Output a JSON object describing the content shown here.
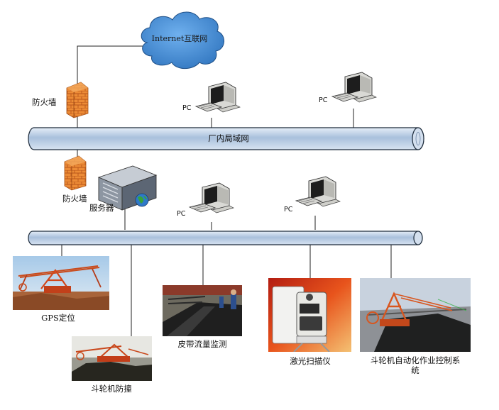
{
  "internet": {
    "label": "Internet互联网",
    "icon": "cloud-icon"
  },
  "firewalls": [
    {
      "label": "防火墙",
      "icon": "firewall-icon"
    },
    {
      "label": "防火墙",
      "icon": "firewall-icon"
    }
  ],
  "server": {
    "label": "服务器",
    "icon": "server-icon"
  },
  "networks": {
    "lan_label": "厂内局域网",
    "control_bus_label": ""
  },
  "pcs": [
    {
      "label": "PC",
      "icon": "computer-icon"
    },
    {
      "label": "PC",
      "icon": "computer-icon"
    },
    {
      "label": "PC",
      "icon": "computer-icon"
    },
    {
      "label": "PC",
      "icon": "computer-icon"
    }
  ],
  "subsystems": [
    {
      "label": "GPS定位"
    },
    {
      "label": "斗轮机防撞"
    },
    {
      "label": "皮带流量监测"
    },
    {
      "label": "激光扫描仪"
    },
    {
      "label_line1": "斗轮机自动化作业控制系",
      "label_line2": "统"
    }
  ],
  "colors": {
    "pipe": "#b9cde6",
    "pipe_stroke": "#1c2a3a",
    "cloud": "#3f8ad3",
    "brick": "#e98a35"
  }
}
